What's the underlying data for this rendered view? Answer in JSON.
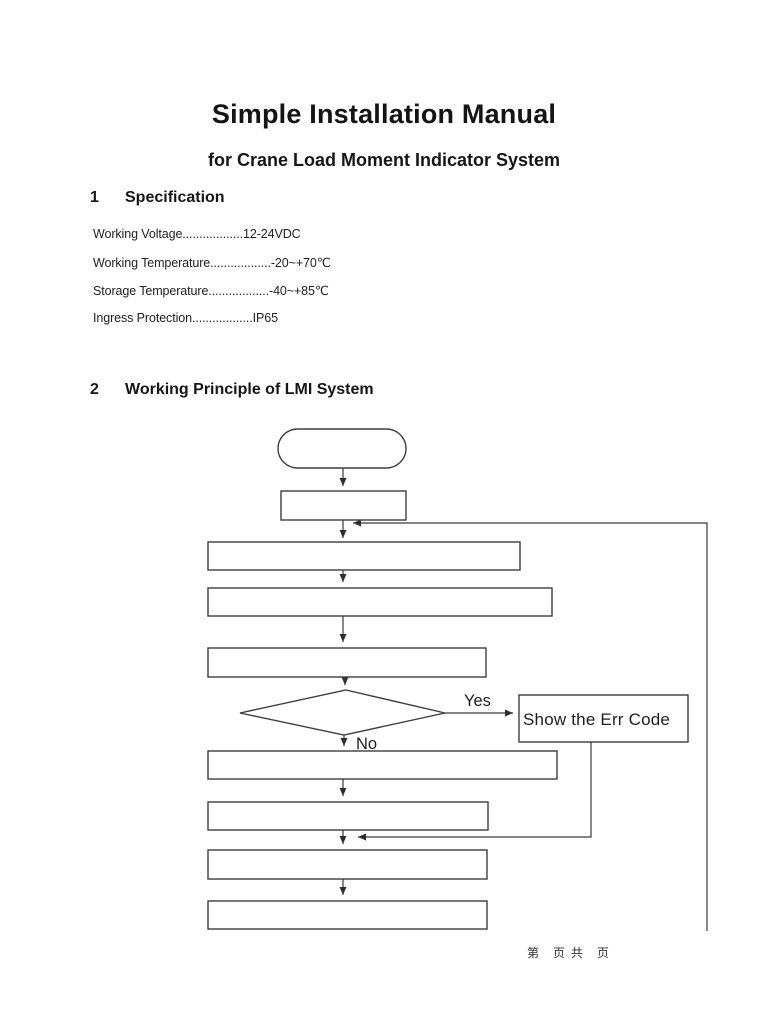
{
  "page": {
    "title": "Simple Installation Manual",
    "subtitle": "for Crane Load Moment Indicator System",
    "footer": "第　页 共　页"
  },
  "sections": [
    {
      "number": "1",
      "heading": "Specification"
    },
    {
      "number": "2",
      "heading": "Working Principle of LMI System"
    }
  ],
  "specs": [
    "Working Voltage..................12-24VDC",
    "Working Temperature..................-20~+70℃",
    "Storage Temperature..................-40~+85℃",
    "Ingress Protection..................IP65"
  ],
  "flowchart": {
    "labels": {
      "yes": "Yes",
      "no": "No",
      "err_box": "Show the Err Code"
    },
    "colors": {
      "line": "#3a3a3a",
      "box_border": "#3d3d3d",
      "text": "#1d1d1d"
    }
  }
}
